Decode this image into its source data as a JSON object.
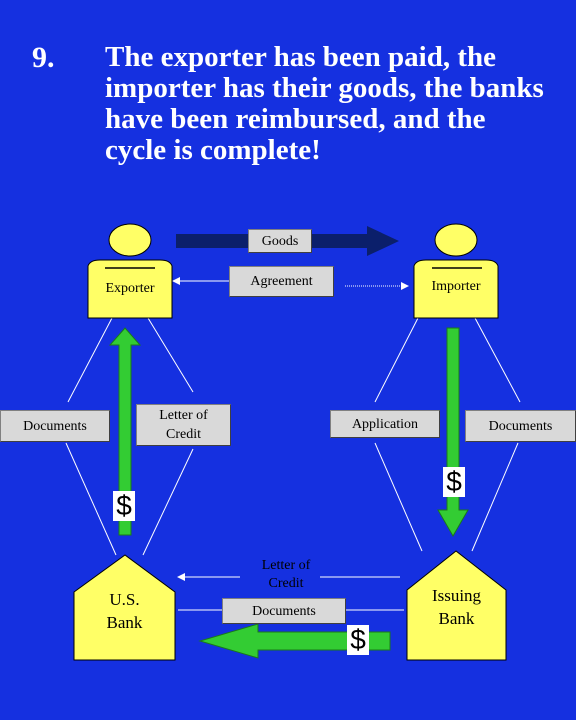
{
  "slide": {
    "number": "9.",
    "title": "The exporter has been paid, the importer has their goods, the banks have been reimbursed, and the cycle is complete!"
  },
  "parties": {
    "exporter": "Exporter",
    "importer": "Importer",
    "us_bank_line1": "U.S.",
    "us_bank_line2": "Bank",
    "issuing_bank_line1": "Issuing",
    "issuing_bank_line2": "Bank"
  },
  "flows": {
    "goods": "Goods",
    "agreement": "Agreement",
    "letter_of_credit_1": "Letter of",
    "letter_of_credit_2": "Credit",
    "application": "Application",
    "documents_left": "Documents",
    "documents_right": "Documents",
    "bank_loc_1": "Letter of",
    "bank_loc_2": "Credit",
    "bank_documents": "Documents",
    "payment_symbol": "$"
  },
  "colors": {
    "background": "#1530e0",
    "person": "#ffff66",
    "payment_arrow": "#33cc33",
    "goods_arrow": "#0b1f6b",
    "box": "#d9d9d9"
  }
}
